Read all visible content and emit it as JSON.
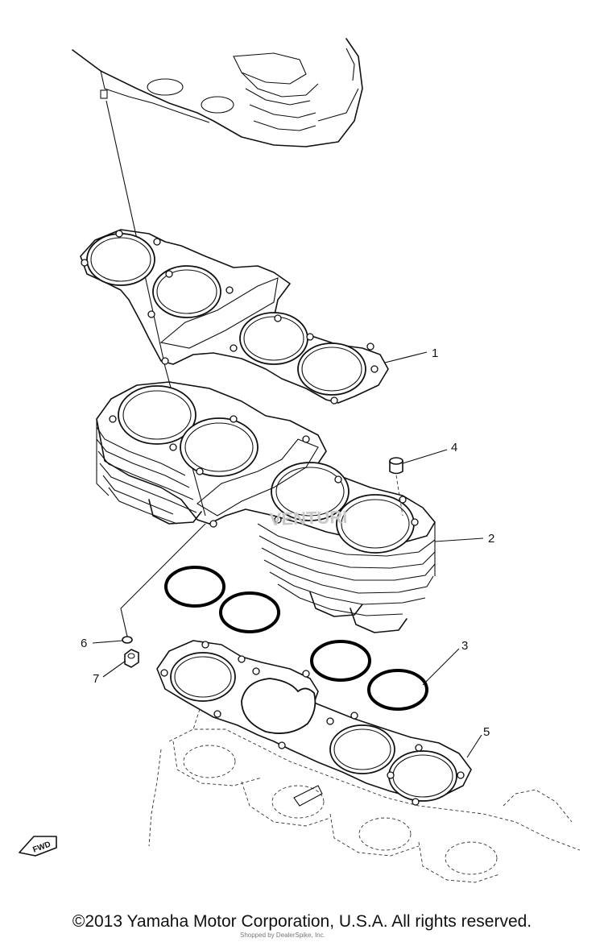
{
  "footer": {
    "copyright": "©2013 Yamaha Motor Corporation, U.S.A. All rights reserved.",
    "watermark_sub": "Shopped by DealerSpike, Inc."
  },
  "diagram": {
    "fwd_label": "FWD",
    "watermark": "VENTURI",
    "callouts": [
      {
        "id": "1",
        "label": "1"
      },
      {
        "id": "2",
        "label": "2"
      },
      {
        "id": "3",
        "label": "3"
      },
      {
        "id": "4",
        "label": "4"
      },
      {
        "id": "5",
        "label": "5"
      },
      {
        "id": "6",
        "label": "6"
      },
      {
        "id": "7",
        "label": "7"
      }
    ]
  }
}
